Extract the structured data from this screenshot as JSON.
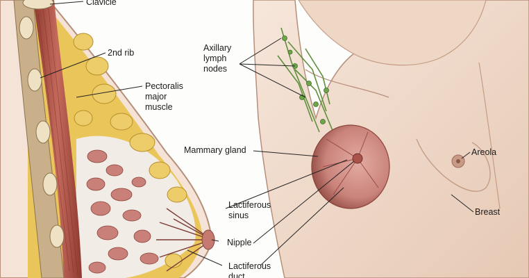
{
  "labels": {
    "clavicle": "Clavicle",
    "second_rib": "2nd rib",
    "pectoralis": [
      "Pectoralis",
      "major",
      "muscle"
    ],
    "axillary": [
      "Axillary",
      "lymph",
      "nodes"
    ],
    "mammary_gland": "Mammary gland",
    "areola": "Areola",
    "breast": "Breast",
    "lactiferous_sinus": [
      "Lactiferous",
      "sinus"
    ],
    "nipple": "Nipple",
    "lactiferous_duct": [
      "Lactiferous",
      "duct"
    ]
  },
  "colors": {
    "skin": "#f1dccd",
    "skin_shadow": "#d8b8a3",
    "fat": "#e9c55a",
    "fat_edge": "#b78f2c",
    "muscle": "#b6594c",
    "gland": "#c9837b",
    "lymph": "#5e8f3c",
    "rib": "#e8d7b4",
    "leader_line": "#222222"
  }
}
